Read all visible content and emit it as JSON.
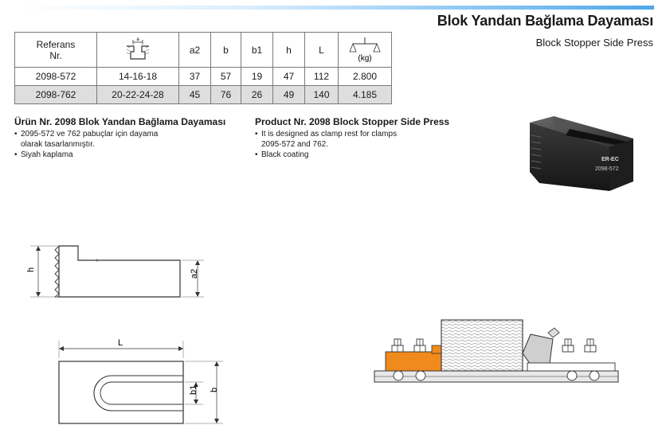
{
  "titles": {
    "tr": "Blok Yandan Bağlama Dayaması",
    "en": "Block Stopper Side Press"
  },
  "table": {
    "headers": {
      "ref_line1": "Referans",
      "ref_line2": "Nr.",
      "icon_label": "a",
      "a2": "a2",
      "b": "b",
      "b1": "b1",
      "h": "h",
      "L": "L",
      "weight_unit": "(kg)"
    },
    "rows": [
      {
        "ref": "2098-572",
        "a": "14-16-18",
        "a2": "37",
        "b": "57",
        "b1": "19",
        "h": "47",
        "L": "112",
        "kg": "2.800"
      },
      {
        "ref": "2098-762",
        "a": "20-22-24-28",
        "a2": "45",
        "b": "76",
        "b1": "26",
        "h": "49",
        "L": "140",
        "kg": "4.185"
      }
    ]
  },
  "desc_tr": {
    "heading": "Ürün Nr. 2098 Blok Yandan Bağlama Dayaması",
    "bullet1_line1": "2095-572 ve 762 pabuçlar için dayama",
    "bullet1_line2": "olarak tasarlanmıştır.",
    "bullet2": "Siyah kaplama"
  },
  "desc_en": {
    "heading": "Product Nr. 2098 Block Stopper Side Press",
    "bullet1_line1": "It is designed as clamp rest for clamps",
    "bullet1_line2": "2095-572 and 762.",
    "bullet2": "Black coating"
  },
  "product": {
    "brand": "ER-EC",
    "code": "2098-572",
    "body_color": "#2b2b2b"
  },
  "drawings": {
    "side_labels": {
      "h": "h",
      "a2": "a2"
    },
    "top_labels": {
      "L": "L",
      "b1": "b1",
      "b": "b"
    }
  },
  "colors": {
    "accent_blue": "#4fa8e8",
    "orange": "#f08a1c",
    "row_alt": "#dedede"
  }
}
